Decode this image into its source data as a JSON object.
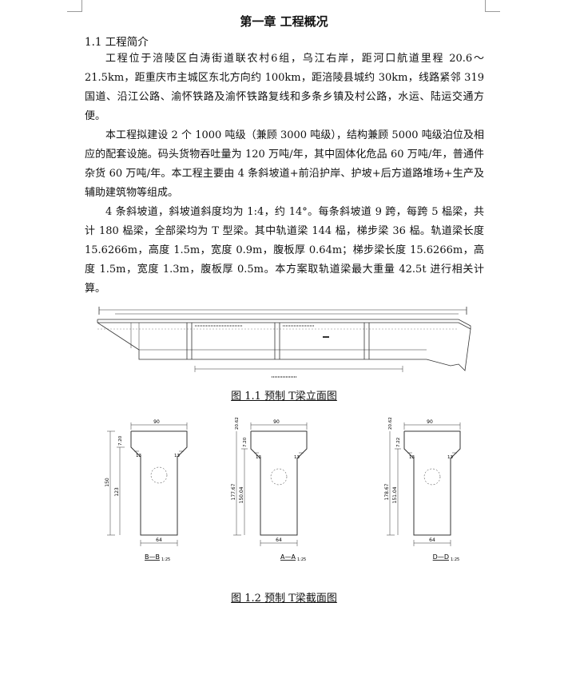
{
  "chapter_title": "第一章 工程概况",
  "section_title": "1.1 工程简介",
  "paragraphs": [
    "工程位于涪陵区白涛街道联农村6组，乌江右岸，距河口航道里程 20.6～21.5km，距重庆市主城区东北方向约 100km，距涪陵县城约 30km，线路紧邻 319 国道、沿江公路、渝怀铁路及渝怀铁路复线和多条乡镇及村公路，水运、陆运交通方便。",
    "本工程拟建设 2 个 1000 吨级（兼顾 3000 吨级），结构兼顾 5000 吨级泊位及相应的配套设施。码头货物吞吐量为 120 万吨/年，其中固体化危品 60 万吨/年，普通件杂货 60 万吨/年。本工程主要由 4 条斜坡道+前沿护岸、护坡+后方道路堆场+生产及辅助建筑物等组成。",
    "4 条斜坡道，斜坡道斜度均为 1:4，约 14°。每条斜坡道 9 跨，每跨 5 榀梁，共计 180 榀梁，全部梁均为 T 型梁。其中轨道梁 144 榀，梯步梁 36 榀。轨道梁长度 15.6266m，高度 1.5m，宽度 0.9m，腹板厚 0.64m；梯步梁长度 15.6266m，高度 1.5m，宽度 1.3m，腹板厚 0.5m。本方案取轨道梁最大重量 42.5t 进行相关计算。"
  ],
  "figure1": {
    "caption": "图 1.1 预制 T梁立面图"
  },
  "figure2": {
    "caption": "图 1.2 预制 T梁截面图",
    "sections": [
      {
        "label": "B—B",
        "scale": "1:25",
        "top_width": "90",
        "web_width": "64",
        "flange_dim": "7.20",
        "total_height": "150",
        "web_height": "123",
        "haunch_left": "13",
        "haunch_right": "13"
      },
      {
        "label": "A—A",
        "scale": "1:25",
        "top_width": "90",
        "web_width": "64",
        "flange_dim": "7.20",
        "top_extra": "20.62",
        "total_height": "177.67",
        "web_height": "150.04",
        "haunch_left": "13",
        "haunch_right": "13"
      },
      {
        "label": "D—D",
        "scale": "1:25",
        "top_width": "90",
        "web_width": "64",
        "flange_dim": "7.22",
        "top_extra": "20.62",
        "total_height": "178.67",
        "web_height": "151.04",
        "haunch_left": "13",
        "haunch_right": "13"
      }
    ]
  },
  "colors": {
    "line": "#333333",
    "text": "#111111"
  }
}
